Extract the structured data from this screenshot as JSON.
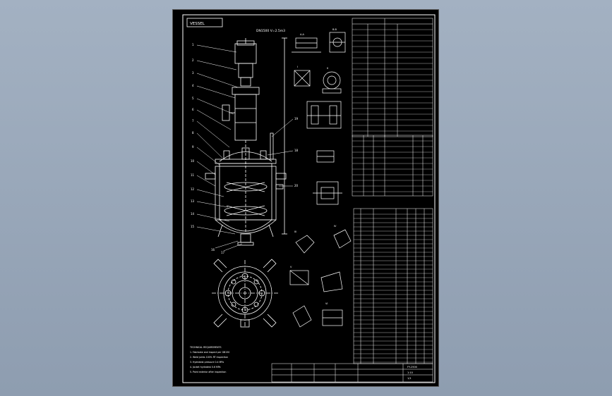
{
  "drawing": {
    "title_tag": "VESSEL",
    "spec_label": "DN1500  V=2.5m3",
    "detail_labels": [
      "A-A",
      "B-B",
      "I",
      "II",
      "III",
      "IV",
      "V",
      "VI"
    ],
    "notes_title": "TECHNICAL REQUIREMENTS",
    "notes": [
      "1. Fabricate and inspect per GB150",
      "2. Weld joints 100% RT inspection",
      "3. Hydrotest pressure 0.4 MPa",
      "4. Jacket hydrotest 0.6 MPa",
      "5. Paint exterior after inspection"
    ],
    "title_block": {
      "drawing_no": "FY-2500",
      "scale": "1:10",
      "sheet": "1/1"
    },
    "balloons": [
      "1",
      "2",
      "3",
      "4",
      "5",
      "6",
      "7",
      "8",
      "9",
      "10",
      "11",
      "12",
      "13",
      "14",
      "15",
      "16",
      "17",
      "18",
      "19",
      "20"
    ]
  },
  "colors": {
    "background": "#9aa9bb",
    "sheet": "#000000",
    "lines": "#ffffff"
  }
}
